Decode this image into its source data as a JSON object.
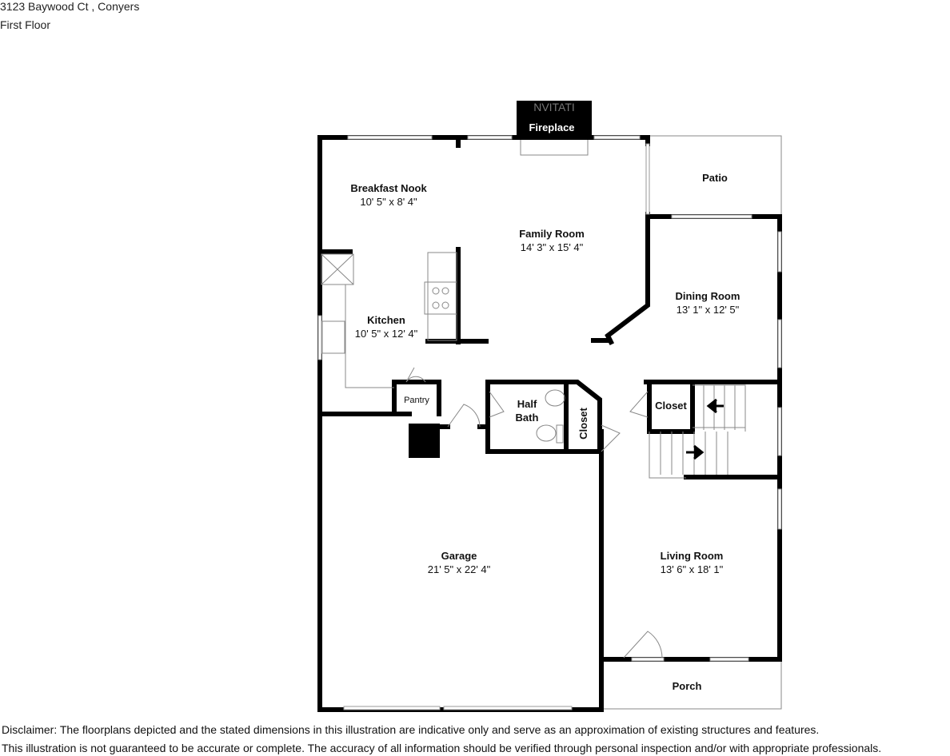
{
  "header": {
    "address": "3123 Baywood Ct , Conyers",
    "floor": "First Floor"
  },
  "rooms": [
    {
      "name": "Breakfast Nook",
      "dims": "10' 5\" x 8' 4\""
    },
    {
      "name": "Family Room",
      "dims": "14' 3\" x 15' 4\""
    },
    {
      "name": "Kitchen",
      "dims": "10' 5\" x 12' 4\""
    },
    {
      "name": "Dining Room",
      "dims": "13' 1\" x 12' 5\""
    },
    {
      "name": "Garage",
      "dims": "21' 5\" x 22' 4\""
    },
    {
      "name": "Living Room",
      "dims": "13' 6\" x 18' 1\""
    }
  ],
  "labels": {
    "fireplace": "Fireplace",
    "patio": "Patio",
    "pantry": "Pantry",
    "half_bath_1": "Half",
    "half_bath_2": "Bath",
    "closet_bath": "Closet",
    "closet_stairs": "Closet",
    "porch": "Porch",
    "watermark": "NVITATI"
  },
  "disclaimer": {
    "line1": "Disclaimer: The floorplans depicted and the stated dimensions in this illustration are indicative only and serve as an approximation of existing structures and features.",
    "line2": "This illustration is not guaranteed to be accurate or complete. The accuracy of all information should be verified through personal inspection and/or with appropriate professionals."
  }
}
